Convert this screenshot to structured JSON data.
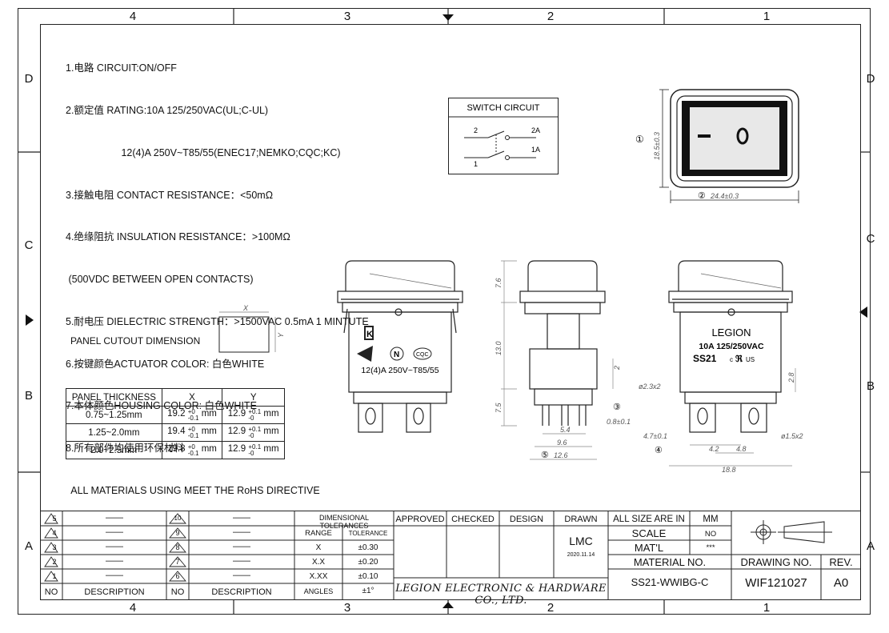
{
  "zones_top": [
    "4",
    "3",
    "2",
    "1"
  ],
  "zones_bottom": [
    "4",
    "3",
    "2",
    "1"
  ],
  "zones_side": [
    "D",
    "C",
    "B",
    "A"
  ],
  "spec_lines": [
    "1.电路 CIRCUIT:ON/OFF",
    "2.额定值 RATING:10A 125/250VAC(UL;C-UL)",
    "                    12(4)A 250V~T85/55(ENEC17;NEMKO;CQC;KC)",
    "3.接触电阻 CONTACT RESISTANCE：<50mΩ",
    "4.绝缘阻抗 INSULATION RESISTANCE：>100MΩ",
    " (500VDC BETWEEN OPEN CONTACTS)",
    "5.耐电压 DIELECTRIC STRENGTH：>1500VAC 0.5mA 1 MINTUTE",
    "6.按键颜色ACTUATOR COLOR: 白色WHITE",
    "7.本体颜色HOUSING COLOR: 白色WHITE",
    "8.所有部件均使用环保材料",
    "  ALL MATERIALS USING MEET THE RoHS DIRECTIVE"
  ],
  "switch_circuit": {
    "title": "SWITCH CIRCUIT",
    "pin_2": "2",
    "pin_2a": "2A",
    "pin_1": "1",
    "pin_1a": "1A"
  },
  "top_view": {
    "dim_1": "①",
    "height": "18.5±0.3",
    "dim_2": "②",
    "width": "24.4±0.3"
  },
  "panel_cutout": {
    "label": "PANEL CUTOUT DIMENSION",
    "x": "X",
    "y": "Y"
  },
  "panel_table": {
    "headers": [
      "PANEL THICKNESS",
      "X",
      "Y"
    ],
    "rows": [
      {
        "t": "0.75~1.25mm",
        "x": "19.2",
        "y": "12.9"
      },
      {
        "t": "1.25~2.0mm",
        "x": "19.4",
        "y": "12.9"
      },
      {
        "t": "2.0~2.5mm",
        "x": "19.8",
        "y": "12.9"
      }
    ],
    "x_tol_top": "+0",
    "x_tol_bot": "-0.1",
    "y_tol_top": "+0.1",
    "y_tol_bot": "-0",
    "unit": "mm"
  },
  "front_view": {
    "marking": "12(4)A  250V~T85/55",
    "n": "N",
    "cqc": "CQC",
    "k": "K"
  },
  "side_view": {
    "d76": "7.6",
    "d130": "13.0",
    "d75": "7.5",
    "d2": "2",
    "d54": "5.4",
    "d96": "9.6",
    "d5": "⑤",
    "d126": "12.6",
    "d3": "③",
    "d08": "0.8±0.1"
  },
  "back_view": {
    "brand": "LEGION",
    "rating": "10A 125/250VAC",
    "model": "SS21",
    "ul": "c",
    "us": "US",
    "d23": "ø2.3x2",
    "d47": "4.7±0.1",
    "d4": "④",
    "d42": "4.2",
    "d48": "4.8",
    "d188": "18.8",
    "d28": "2.8",
    "d15": "ø1.5x2"
  },
  "title_block": {
    "rev_rows": [
      {
        "no": "5",
        "desc": "——",
        "no2": "10",
        "desc2": "——"
      },
      {
        "no": "4",
        "desc": "——",
        "no2": "9",
        "desc2": "——"
      },
      {
        "no": "3",
        "desc": "——",
        "no2": "8",
        "desc2": "——"
      },
      {
        "no": "2",
        "desc": "——",
        "no2": "7",
        "desc2": "——"
      },
      {
        "no": "1",
        "desc": "——",
        "no2": "6",
        "desc2": "——"
      }
    ],
    "no_label": "NO",
    "desc_label": "DESCRIPTION",
    "tol_title": "DIMENSIONAL TOLERANCES",
    "tol_rows": [
      {
        "range": "RANGE",
        "tol": "TOLERANCE"
      },
      {
        "range": "X",
        "tol": "±0.30"
      },
      {
        "range": "X.X",
        "tol": "±0.20"
      },
      {
        "range": "X.XX",
        "tol": "±0.10"
      },
      {
        "range": "ANGLES",
        "tol": "±1°"
      }
    ],
    "approved": "APPROVED",
    "checked": "CHECKED",
    "design": "DESIGN",
    "drawn": "DRAWN",
    "drawn_by": "LMC",
    "drawn_date": "2020.11.14",
    "company": "LEGION ELECTRONIC & HARDWARE CO., LTD.",
    "all_size": "ALL SIZE ARE IN",
    "mm": "MM",
    "scale": "SCALE",
    "scale_val": "NO",
    "mat": "MAT'L",
    "mat_val": "***",
    "material_no": "MATERIAL NO.",
    "part": "SS21-WWIBG-C",
    "drawing_no_label": "DRAWING NO.",
    "rev_label": "REV.",
    "drawing_no": "WIF121027",
    "rev": "A0"
  }
}
